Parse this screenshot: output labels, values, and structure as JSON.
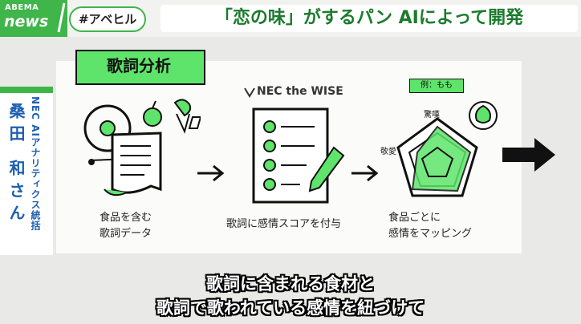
{
  "header": {
    "logo_top": "ABEMA",
    "logo_bottom": "news",
    "hashtag": "#アベヒル",
    "headline": "「恋の味」がするパン AIによって開発"
  },
  "speaker": {
    "title": "NEC AIアナリティクス統括",
    "name": "桑田 和さん"
  },
  "slide": {
    "badge": "歌詞分析",
    "step1_caption_line1": "食品を含む",
    "step1_caption_line2": "歌詞データ",
    "nec_logo": "NEC the WISE",
    "step2_caption": "歌詞に感情スコアを付与",
    "example_label": "例：もも",
    "radar_label_top": "驚嘆",
    "radar_label_left": "敬愛",
    "step3_caption_line1": "食品ごとに",
    "step3_caption_line2": "感情をマッピング"
  },
  "subtitles": {
    "line1": "歌詞に含まれる食材と",
    "line2": "歌詞で歌われている感情を紐づけて"
  },
  "colors": {
    "brand_green": "#3fb54a",
    "accent_green": "#5ee46a",
    "headline_green": "#1c7b2d"
  }
}
